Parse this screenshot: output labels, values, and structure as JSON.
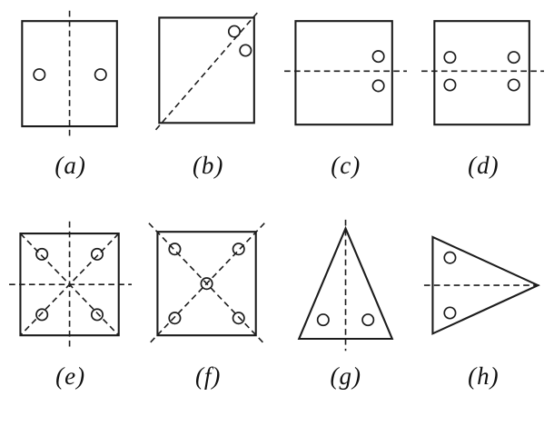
{
  "style": {
    "line_color": "#1c1c1c",
    "background": "#ffffff",
    "hole_radius": 6.5
  },
  "figures": [
    {
      "id": "a",
      "label": "(a)",
      "shape": "square",
      "outline": [
        [
          16,
          16
        ],
        [
          126,
          16
        ],
        [
          126,
          138
        ],
        [
          16,
          138
        ]
      ],
      "axes": [
        [
          [
            71,
            4
          ],
          [
            71,
            150
          ]
        ]
      ],
      "holes": [
        [
          36,
          78
        ],
        [
          107,
          78
        ]
      ]
    },
    {
      "id": "b",
      "label": "(b)",
      "shape": "square",
      "outline": [
        [
          16,
          12
        ],
        [
          126,
          12
        ],
        [
          126,
          134
        ],
        [
          16,
          134
        ]
      ],
      "axes": [
        [
          [
            12,
            142
          ],
          [
            130,
            6
          ]
        ]
      ],
      "holes": [
        [
          103,
          28
        ],
        [
          116,
          50
        ]
      ]
    },
    {
      "id": "c",
      "label": "(c)",
      "shape": "square",
      "outline": [
        [
          14,
          16
        ],
        [
          126,
          16
        ],
        [
          126,
          136
        ],
        [
          14,
          136
        ]
      ],
      "axes": [
        [
          [
            1,
            74
          ],
          [
            143,
            74
          ]
        ]
      ],
      "holes": [
        [
          110,
          57
        ],
        [
          110,
          91
        ]
      ]
    },
    {
      "id": "d",
      "label": "(d)",
      "shape": "square",
      "outline": [
        [
          16,
          16
        ],
        [
          126,
          16
        ],
        [
          126,
          136
        ],
        [
          16,
          136
        ]
      ],
      "axes": [
        [
          [
            1,
            74
          ],
          [
            143,
            74
          ]
        ]
      ],
      "holes": [
        [
          34,
          58
        ],
        [
          34,
          90
        ],
        [
          108,
          58
        ],
        [
          108,
          90
        ]
      ]
    },
    {
      "id": "e",
      "label": "(e)",
      "shape": "square",
      "outline": [
        [
          14,
          18
        ],
        [
          128,
          18
        ],
        [
          128,
          136
        ],
        [
          14,
          136
        ]
      ],
      "axes": [
        [
          [
            71,
            4
          ],
          [
            71,
            152
          ]
        ],
        [
          [
            1,
            77
          ],
          [
            143,
            77
          ]
        ],
        [
          [
            14,
            18
          ],
          [
            128,
            136
          ]
        ],
        [
          [
            128,
            18
          ],
          [
            14,
            136
          ]
        ]
      ],
      "holes": [
        [
          39,
          42
        ],
        [
          103,
          42
        ],
        [
          39,
          112
        ],
        [
          103,
          112
        ]
      ]
    },
    {
      "id": "f",
      "label": "(f)",
      "shape": "square",
      "outline": [
        [
          14,
          16
        ],
        [
          128,
          16
        ],
        [
          128,
          136
        ],
        [
          14,
          136
        ]
      ],
      "axes": [
        [
          [
            4,
            6
          ],
          [
            138,
            146
          ]
        ],
        [
          [
            138,
            6
          ],
          [
            4,
            146
          ]
        ]
      ],
      "holes": [
        [
          34,
          36
        ],
        [
          108,
          36
        ],
        [
          71,
          76
        ],
        [
          34,
          116
        ],
        [
          108,
          116
        ]
      ]
    },
    {
      "id": "g",
      "label": "(g)",
      "shape": "triangle",
      "outline": [
        [
          72,
          12
        ],
        [
          126,
          140
        ],
        [
          18,
          140
        ]
      ],
      "axes": [
        [
          [
            72,
            2
          ],
          [
            72,
            154
          ]
        ]
      ],
      "holes": [
        [
          46,
          118
        ],
        [
          98,
          118
        ]
      ]
    },
    {
      "id": "h",
      "label": "(h)",
      "shape": "triangle",
      "outline": [
        [
          14,
          22
        ],
        [
          136,
          78
        ],
        [
          14,
          134
        ]
      ],
      "axes": [
        [
          [
            4,
            78
          ],
          [
            142,
            78
          ]
        ]
      ],
      "holes": [
        [
          34,
          46
        ],
        [
          34,
          110
        ]
      ]
    }
  ]
}
